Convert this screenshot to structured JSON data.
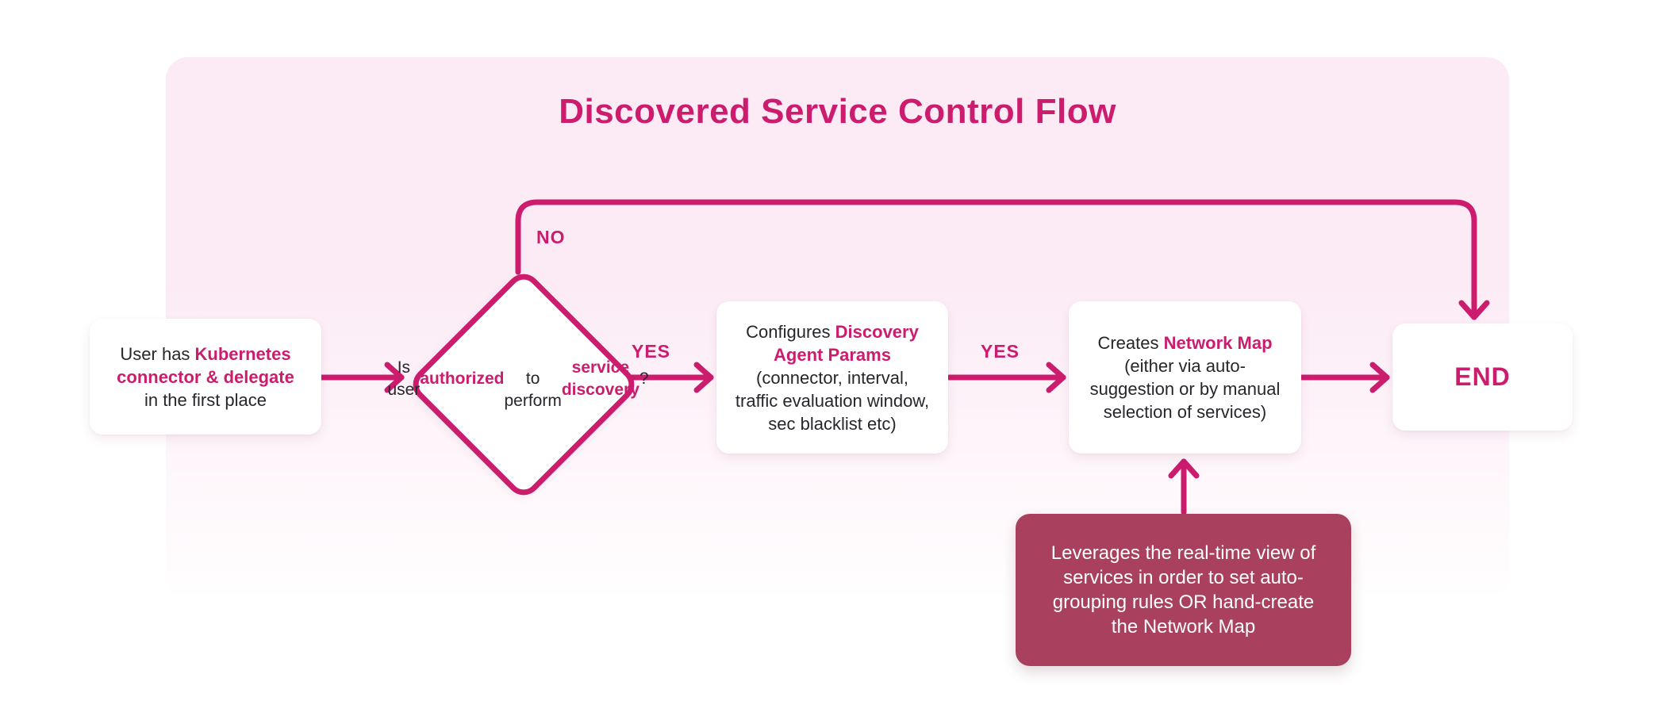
{
  "title": "Discovered Service Control Flow",
  "colors": {
    "accent": "#cb1c6e",
    "panel_pink": "#fcebf5",
    "callout_bg": "#a8405e",
    "text_dark": "#26262b",
    "node_bg": "#ffffff"
  },
  "labels": {
    "no": "NO",
    "yes_1": "YES",
    "yes_2": "YES"
  },
  "nodes": {
    "start": {
      "segments": [
        {
          "t": "User has ",
          "hl": false
        },
        {
          "t": "Kubernetes\nconnector & delegate",
          "hl": true
        },
        {
          "t": "\nin the first place",
          "hl": false
        }
      ]
    },
    "decision": {
      "segments": [
        {
          "t": "Is user\n",
          "hl": false
        },
        {
          "t": "authorized",
          "hl": true
        },
        {
          "t": "\nto perform\n",
          "hl": false
        },
        {
          "t": "service discovery",
          "hl": true
        },
        {
          "t": "?",
          "hl": false
        }
      ]
    },
    "configure": {
      "segments": [
        {
          "t": "Configures ",
          "hl": false
        },
        {
          "t": "Discovery\nAgent Params",
          "hl": true
        },
        {
          "t": "\n(connector, interval,\ntraffic evaluation window,\nsec blacklist etc)",
          "hl": false
        }
      ]
    },
    "network_map": {
      "segments": [
        {
          "t": "Creates ",
          "hl": false
        },
        {
          "t": "Network Map",
          "hl": true
        },
        {
          "t": "\n(either via auto-\nsuggestion or by manual\nselection of services)",
          "hl": false
        }
      ]
    },
    "end": {
      "label": "END"
    }
  },
  "callout": {
    "segments": [
      {
        "t": "Leverages the real-time view of\nservices in order to set auto-\ngrouping rules OR hand-create\nthe Network Map",
        "hl": false
      }
    ]
  }
}
